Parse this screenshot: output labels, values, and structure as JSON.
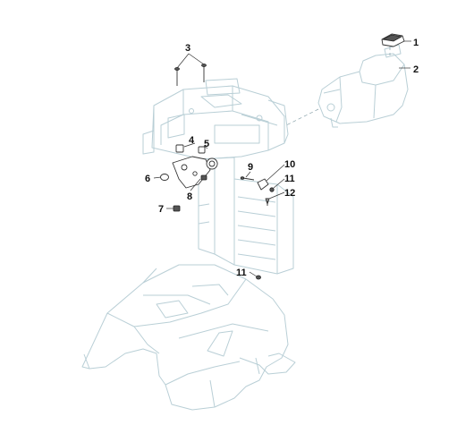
{
  "callouts": [
    {
      "id": "c1",
      "label": "1"
    },
    {
      "id": "c2",
      "label": "2"
    },
    {
      "id": "c3",
      "label": "3"
    },
    {
      "id": "c4",
      "label": "4"
    },
    {
      "id": "c5",
      "label": "5"
    },
    {
      "id": "c6",
      "label": "6"
    },
    {
      "id": "c7",
      "label": "7"
    },
    {
      "id": "c8",
      "label": "8"
    },
    {
      "id": "c9",
      "label": "9"
    },
    {
      "id": "c10",
      "label": "10"
    },
    {
      "id": "c11a",
      "label": "11"
    },
    {
      "id": "c12",
      "label": "12"
    },
    {
      "id": "c11b",
      "label": "11"
    }
  ],
  "colors": {
    "ghost_outline": "#b9cfd6",
    "part_outline": "#333333",
    "background": "#ffffff"
  }
}
